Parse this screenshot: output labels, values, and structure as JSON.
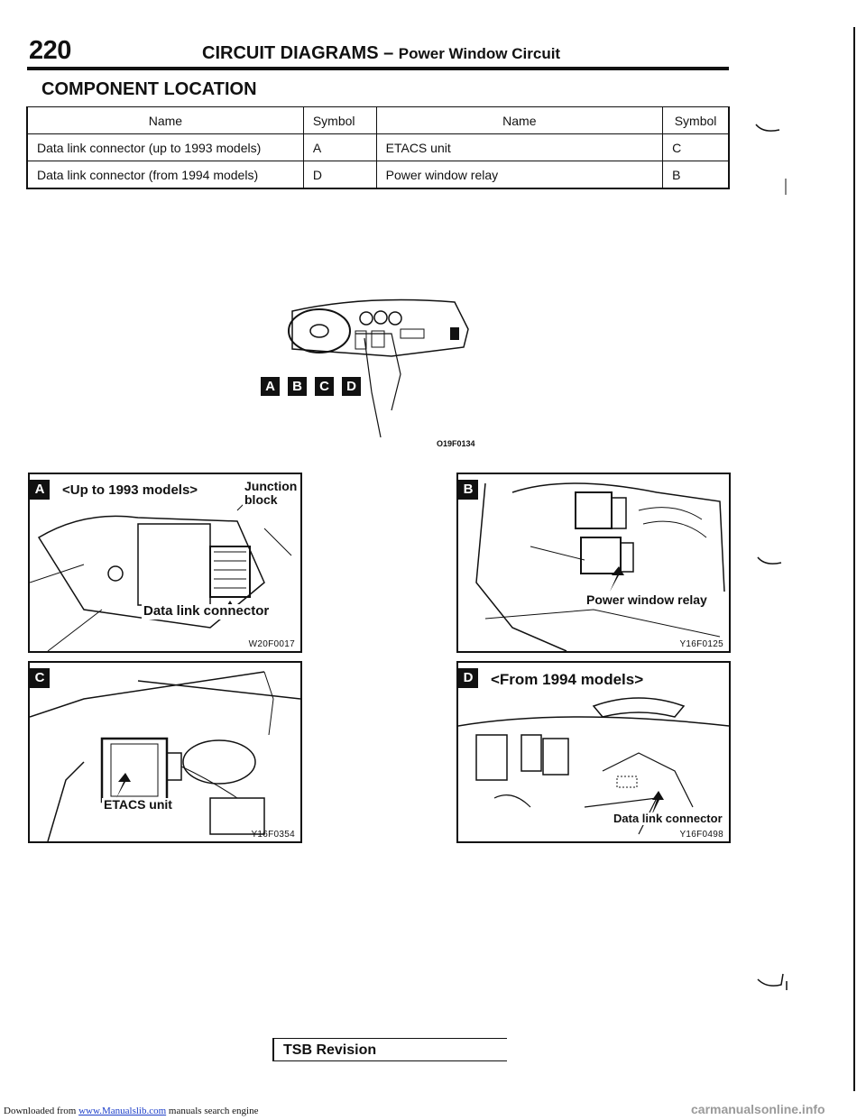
{
  "header": {
    "page_number": "220",
    "title": "CIRCUIT DIAGRAMS",
    "dash": "–",
    "subtitle": "Power Window Circuit"
  },
  "section_title": "COMPONENT LOCATION",
  "table": {
    "headers": [
      "Name",
      "Symbol",
      "Name",
      "Symbol"
    ],
    "rows": [
      {
        "name1": "Data link connector (up to 1993 models)",
        "sym1": "A",
        "name2": "ETACS unit",
        "sym2": "C"
      },
      {
        "name1": "Data link connector (from 1994 models)",
        "sym1": "D",
        "name2": "Power window relay",
        "sym2": "B"
      }
    ]
  },
  "overview": {
    "symbols": [
      "A",
      "B",
      "C",
      "D"
    ],
    "code": "O19F0134"
  },
  "figures": {
    "a": {
      "badge": "A",
      "caption": "<Up to 1993 models>",
      "label1": "Junction block",
      "label2": "Data link connector",
      "code": "W20F0017"
    },
    "b": {
      "badge": "B",
      "label": "Power window relay",
      "code": "Y16F0125"
    },
    "c": {
      "badge": "C",
      "label": "ETACS unit",
      "code": "Y16F0354"
    },
    "d": {
      "badge": "D",
      "caption": "<From 1994 models>",
      "label": "Data link connector",
      "code": "Y16F0498"
    }
  },
  "tsb": "TSB Revision",
  "footer": {
    "prefix": "Downloaded from",
    "link": "www.Manualslib.com",
    "suffix": "manuals search engine"
  },
  "watermark": "carmanualsonline.info"
}
